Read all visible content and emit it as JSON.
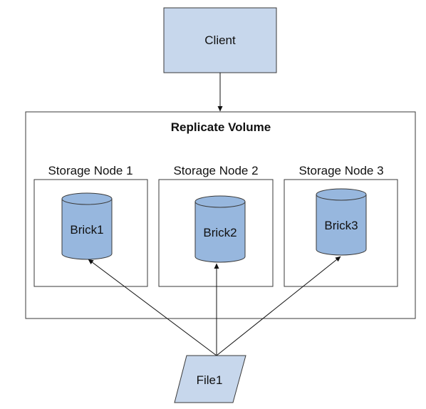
{
  "client": {
    "label": "Client"
  },
  "volume": {
    "title": "Replicate Volume"
  },
  "nodes": [
    {
      "label": "Storage Node 1",
      "brick": "Brick1"
    },
    {
      "label": "Storage Node 2",
      "brick": "Brick2"
    },
    {
      "label": "Storage Node 3",
      "brick": "Brick3"
    }
  ],
  "file": {
    "label": "File1"
  },
  "colors": {
    "fill": "#c7d7ec",
    "cylinder_fill": "#97b7de",
    "stroke": "#3a3a3a"
  }
}
